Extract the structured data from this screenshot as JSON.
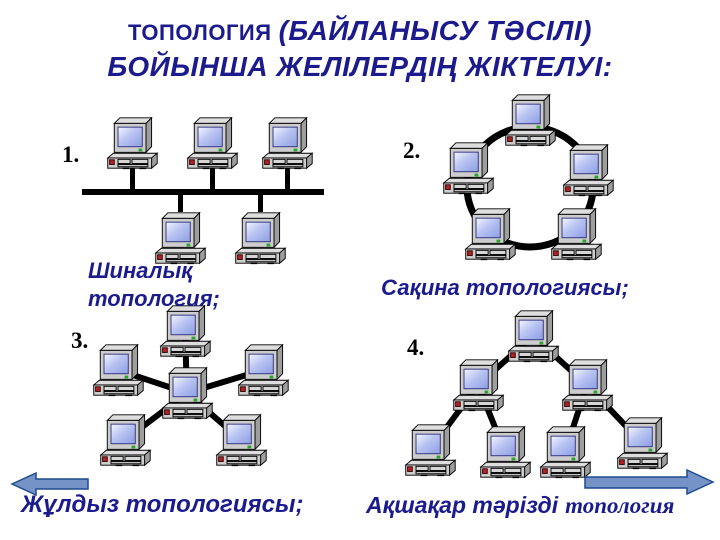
{
  "title": {
    "prefix": "ТОПОЛОГИЯ",
    "line1": "(БАЙЛАНЫСУ ТӘСІЛІ)",
    "line2": "БОЙЫНША ЖЕЛІЛЕРДІҢ ЖІКТЕЛУІ:",
    "color": "#1b1b8e"
  },
  "diagrams": {
    "bus": {
      "number": "1.",
      "label": "Шиналық топология;",
      "computer_count": 5
    },
    "ring": {
      "number": "2.",
      "label": "Сақина топологиясы;",
      "computer_count": 5
    },
    "star": {
      "number": "3.",
      "label": "Жұлдыз топологиясы;",
      "computer_count": 6
    },
    "tree": {
      "number": "4.",
      "label_bold": "Ақшақар тәрізді",
      "label_serif": "топология",
      "computer_count": 7
    }
  },
  "icons": {
    "computer": "desktop-computer-icon",
    "arrow_left": "arrow-left-icon",
    "arrow_right": "arrow-right-icon"
  },
  "colors": {
    "title_text": "#1b1b8e",
    "label_text": "#1b1b8e",
    "number_text": "#000000",
    "connector": "#000000",
    "arrow_fill": "#7593c7",
    "arrow_outline": "#1e4a8f",
    "computer_body": "#cdcdcd",
    "screen_highlight": "#f4f7ff",
    "screen_blue": "#8d9de4"
  }
}
